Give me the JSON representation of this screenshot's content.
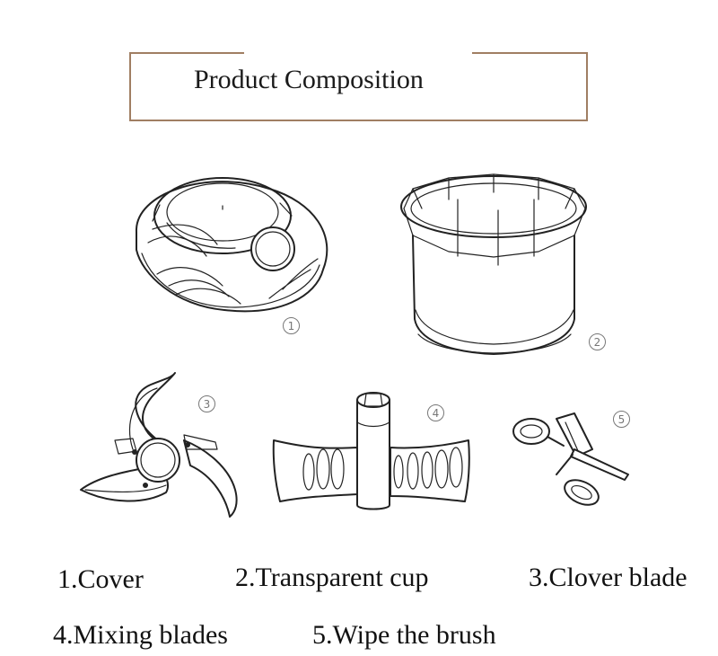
{
  "title": "Product Composition",
  "markers": [
    "1",
    "2",
    "3",
    "4",
    "5"
  ],
  "captions": [
    "1.Cover",
    "2.Transparent cup",
    "3.Clover blade",
    "4.Mixing blades",
    "5.Wipe the brush"
  ],
  "colors": {
    "frame": "#a07e63",
    "line": "#222222",
    "text": "#111111"
  }
}
